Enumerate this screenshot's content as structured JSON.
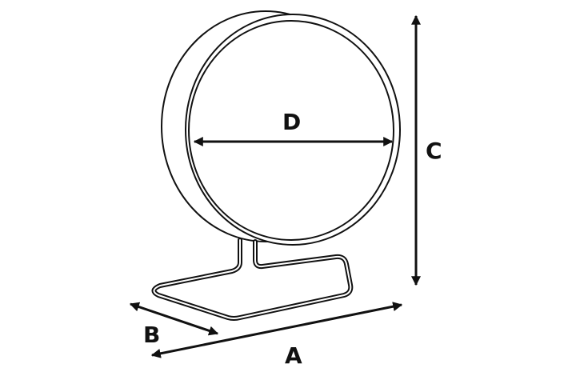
{
  "diagram": {
    "labels": {
      "a": "A",
      "b": "B",
      "c": "C",
      "d": "D"
    },
    "colors": {
      "line": "#111111",
      "background": "#ffffff"
    }
  }
}
